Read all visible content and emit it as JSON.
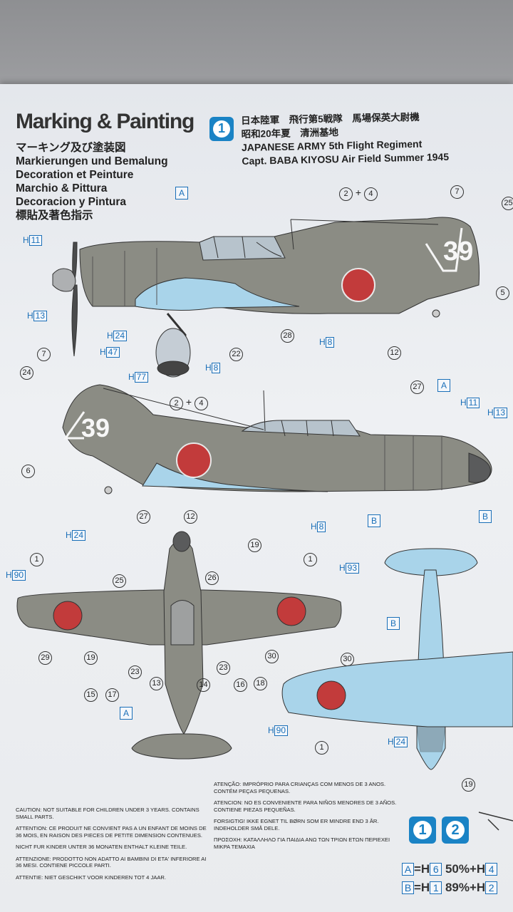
{
  "heading": {
    "title": "Marking & Painting",
    "subtitles": [
      "マーキング及び塗装図",
      "Markierungen und Bemalung",
      "Decoration et Peinture",
      "Marchio & Pittura",
      "Decoracion y Pintura",
      "標貼及著色指示"
    ]
  },
  "scheme": {
    "number": "1",
    "jp_line1": "日本陸軍　飛行第5戦隊　馬場保英大尉機",
    "jp_line2": "昭和20年夏　清洲基地",
    "en_line1": "JAPANESE ARMY 5th Flight Regiment",
    "en_line2": "Capt. BABA KIYOSU Air Field Summer 1945"
  },
  "aircraft_code": "39",
  "callouts": {
    "a1": "A",
    "a2": "A",
    "a3": "A",
    "b1": "B",
    "b2": "B",
    "b3": "B",
    "h11a": "11",
    "h13a": "13",
    "h24a": "24",
    "h47": "47",
    "h77": "77",
    "h8a": "8",
    "h8b": "8",
    "h11b": "11",
    "h13b": "13",
    "h8c": "8",
    "h24b": "24",
    "h90a": "90",
    "h93": "93",
    "h90b": "90",
    "h24c": "24",
    "n2": "2",
    "n4": "4",
    "n7a": "7",
    "n25a": "25",
    "n5": "5",
    "n22": "22",
    "n28": "28",
    "n12a": "12",
    "n27a": "27",
    "n7b": "7",
    "n24": "24",
    "n2b": "2",
    "n4b": "4",
    "n6": "6",
    "n27b": "27",
    "n12b": "12",
    "n19a": "19",
    "n1a": "1",
    "n25b": "25",
    "n26": "26",
    "n1b": "1",
    "n29": "29",
    "n19b": "19",
    "n23a": "23",
    "n13": "13",
    "n14": "14",
    "n23b": "23",
    "n16": "16",
    "n18": "18",
    "n30a": "30",
    "n30b": "30",
    "n15": "15",
    "n17": "17",
    "n1c": "1",
    "n19c": "19"
  },
  "caution_left": [
    "CAUTION: NOT SUITABLE FOR CHILDREN UNDER 3 YEARS. CONTAINS SMALL PARTS.",
    "ATTENTION: CE PRODUIT NE CONVIENT PAS A UN ENFANT DE MOINS DE 36 MOIS, EN RAISON DES PIECES DE PETITE DIMENSION CONTENUES.",
    "NICHT FUR KINDER UNTER 36 MONATEN ENTHALT KLEINE TEILE.",
    "ATTENZIONE: PRODOTTO NON ADATTO AI BAMBINI DI ETA' INFERIORE AI 36 MESI. CONTIENE PICCOLE PARTI.",
    "ATTENTIE: NIET GESCHIKT VOOR KINDEREN TOT 4 JAAR."
  ],
  "caution_right": [
    "ATENÇÃO: IMPRÓPRIO PARA CRIANÇAS COM MENOS DE 3 ANOS. CONTÉM PEÇAS PEQUENAS.",
    "ATENCION: NO ES CONVENIENTE PARA NIÑOS MENORES DE 3 AÑOS. CONTIENE PIEZAS PEQUEÑAS.",
    "FORSIGTIG! IKKE EGNET TIL BØRN SOM ER MINDRE END 3 ÅR. INDEHOLDER SMÅ DELE.",
    "ΠΡΟΣΟΧΗ: ΚΑΤΑΛΛΗΛΟ ΓΙΑ ΠΑΙΔΙΑ ΑΝΩ ΤΩΝ ΤΡΙΩΝ ΕΤΩΝ ΠΕΡΙΕΧΕΙ ΜΙΚΡΑ ΤΕΜΑΧΙΑ"
  ],
  "scheme_buttons": [
    "1",
    "2"
  ],
  "legend": {
    "a": {
      "key": "A",
      "eq": "=H",
      "c1": "6",
      "pct": "50%",
      "plus": "+H",
      "c2": "4"
    },
    "b": {
      "key": "B",
      "eq": "=H",
      "c1": "1",
      "pct": "89%",
      "plus": "+H",
      "c2": "2"
    }
  },
  "colors": {
    "brand_blue": "#1a83c5",
    "upper_green": "#8b8c84",
    "under_blue": "#a9d4ea",
    "roundel": "#c23b3b"
  }
}
